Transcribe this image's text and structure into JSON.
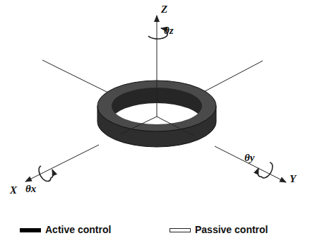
{
  "diagram": {
    "labels": [
      "Z",
      "θz",
      "X",
      "θx",
      "Y",
      "θy"
    ],
    "legend": [
      {
        "text": "Active control",
        "color": "#000000"
      },
      {
        "text": "Passive control"
      }
    ]
  }
}
